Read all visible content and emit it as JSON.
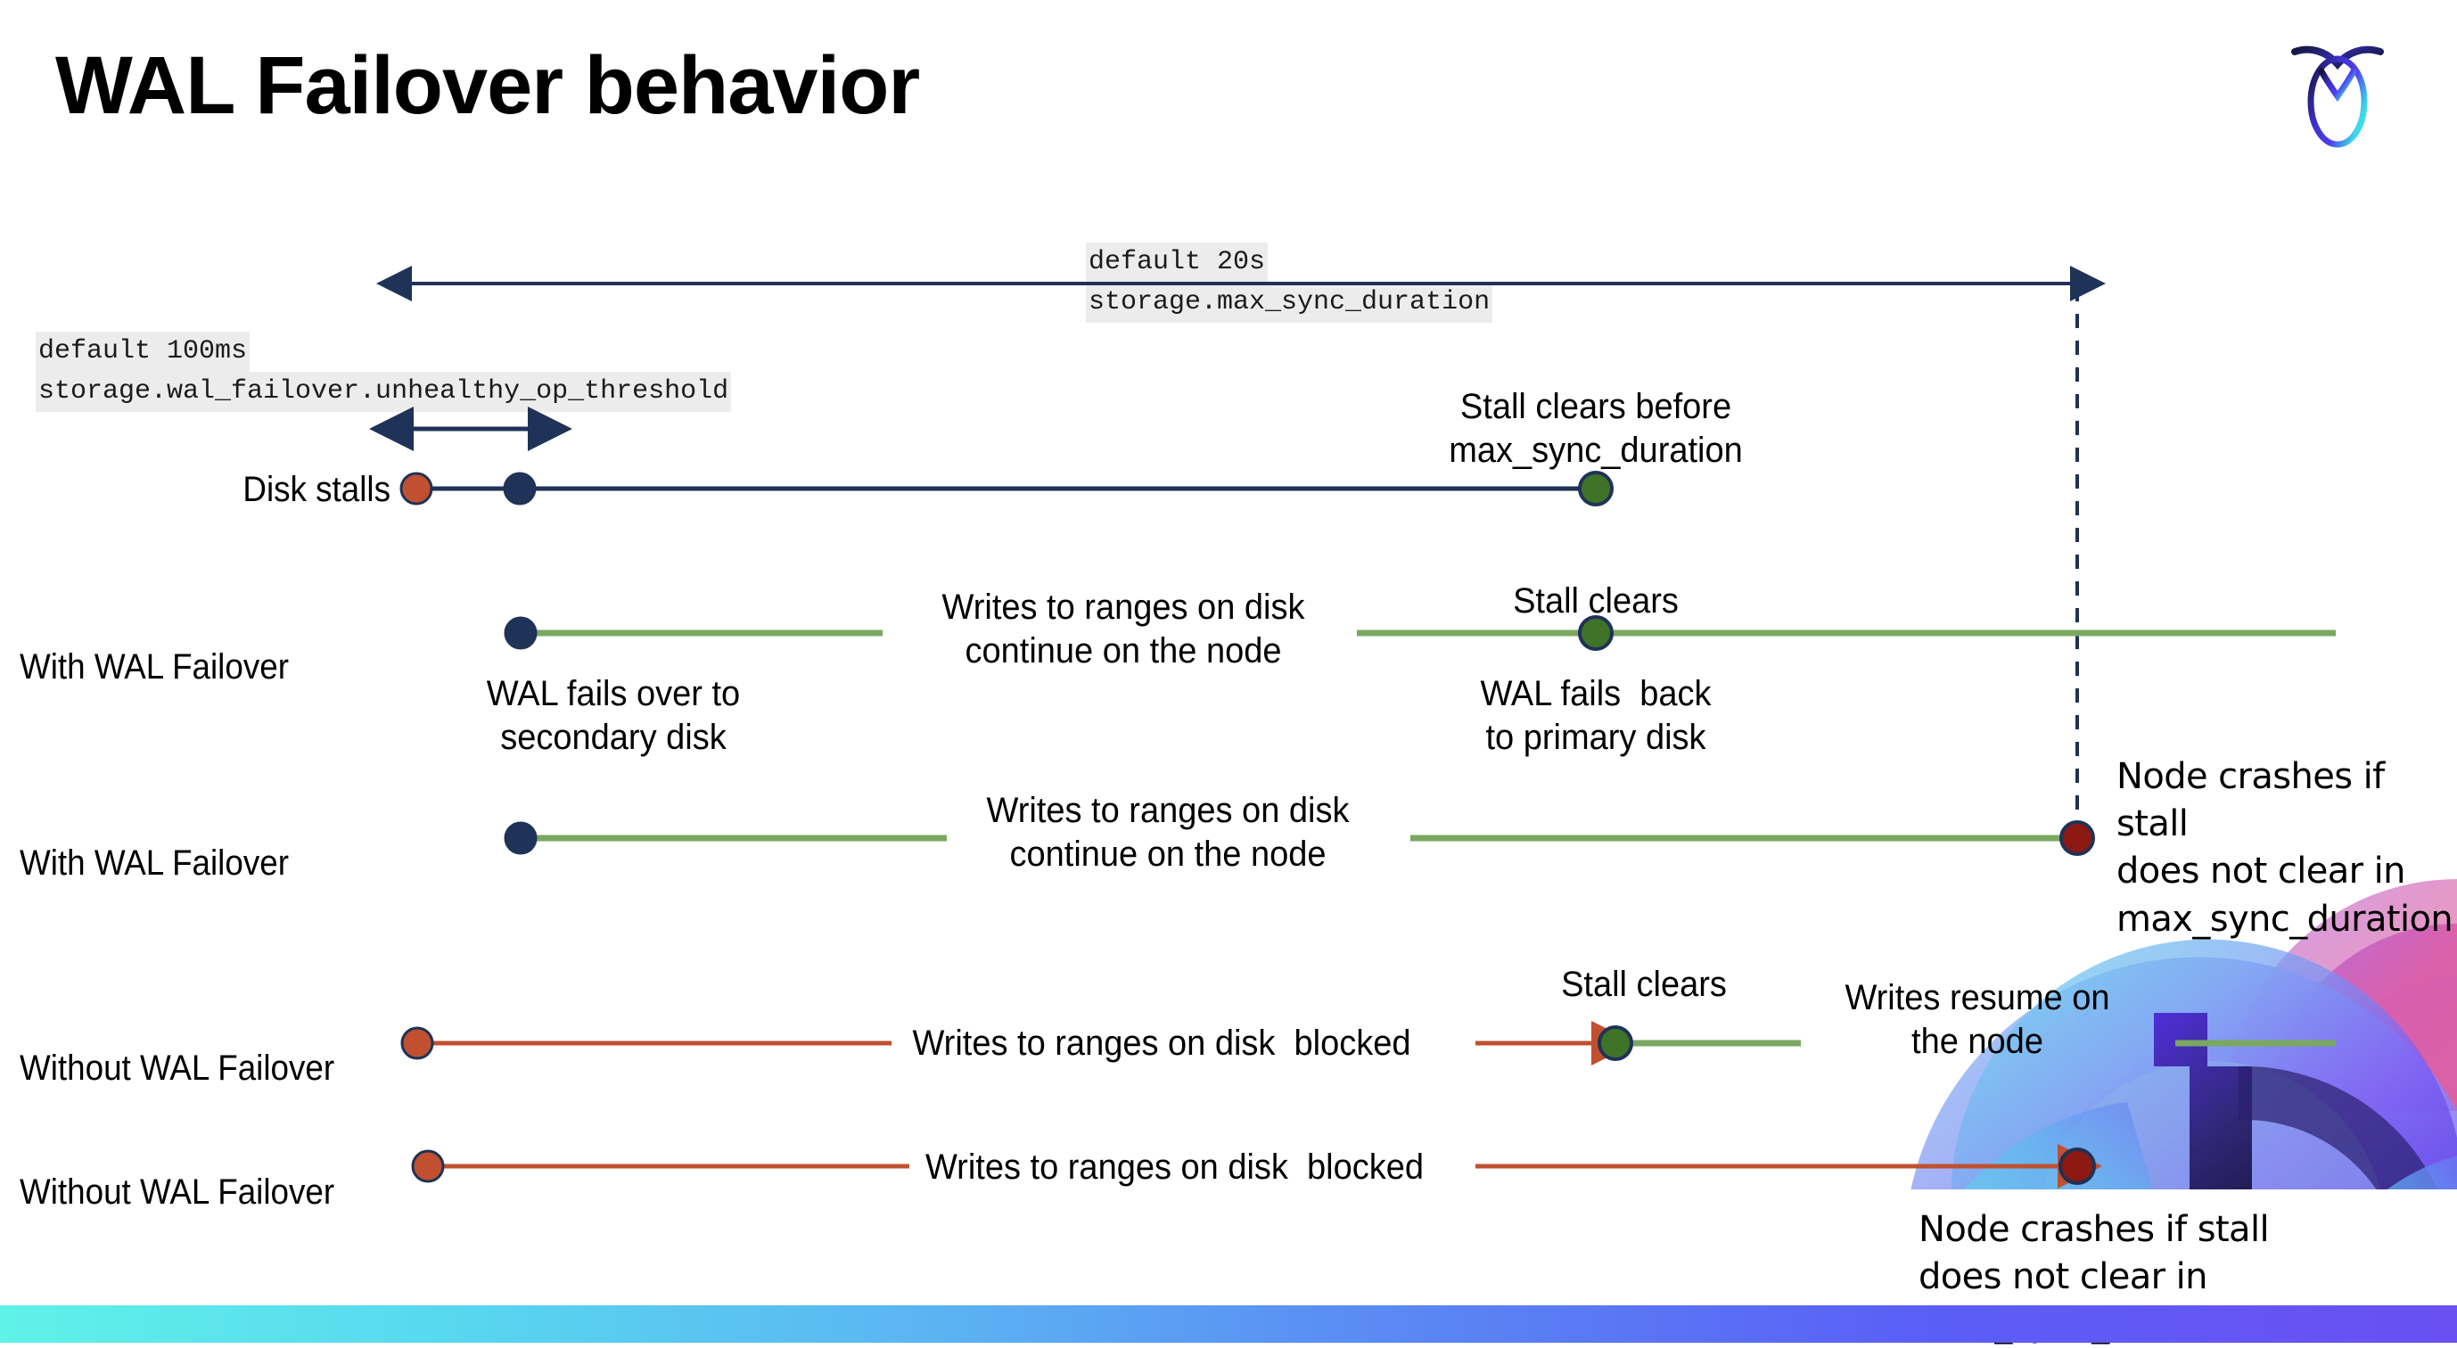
{
  "slide": {
    "title": "WAL Failover behavior",
    "logo_name": "cockroachdb-logo"
  },
  "settings": {
    "max_sync": {
      "default_label": "default 20s",
      "setting_name": "storage.max_sync_duration"
    },
    "unhealthy_op": {
      "default_label": "default 100ms",
      "setting_name": "storage.wal_failover.unhealthy_op_threshold"
    }
  },
  "rows": {
    "disk_stalls": {
      "label": "Disk stalls",
      "stall_clears_note": "Stall clears before\nmax_sync_duration"
    },
    "with_failover_clears": {
      "label": "With WAL Failover",
      "writes_note": "Writes to ranges on disk\ncontinue on the node",
      "stall_clears": "Stall clears",
      "failback_note": "WAL fails  back\nto primary disk",
      "failover_note": "WAL fails over to\nsecondary disk"
    },
    "with_failover_crash": {
      "label": "With WAL Failover",
      "writes_note": "Writes to ranges on disk\ncontinue on the node",
      "crash_note": "Node crashes if stall\ndoes not clear in\nmax_sync_duration"
    },
    "without_failover_clears": {
      "label": "Without WAL Failover",
      "blocked_note": "Writes to ranges on disk  blocked",
      "stall_clears": "Stall clears",
      "resume_note": "Writes resume on\nthe node"
    },
    "without_failover_crash": {
      "label": "Without WAL Failover",
      "blocked_note": "Writes to ranges on disk  blocked",
      "crash_note": "Node crashes if stall\ndoes not clear in\nmax_sync_duration"
    }
  },
  "colors": {
    "navy": "#1f3257",
    "green_line": "#7aa860",
    "green_dot": "#3f7328",
    "red_dot": "#c0502f",
    "dark_red_dot": "#8c1a12",
    "red_line": "#c0502f",
    "code_bg": "#ececec"
  }
}
